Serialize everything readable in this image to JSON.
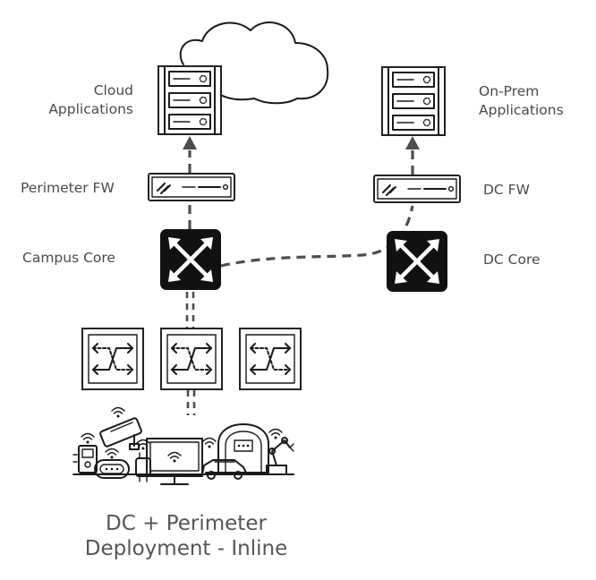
{
  "nodes": {
    "cloud_apps": {
      "label_line1": "Cloud",
      "label_line2": "Applications"
    },
    "onprem_apps": {
      "label_line1": "On-Prem",
      "label_line2": "Applications"
    },
    "perimeter_fw": {
      "label": "Perimeter FW"
    },
    "dc_fw": {
      "label": "DC FW"
    },
    "campus_core": {
      "label": "Campus Core"
    },
    "dc_core": {
      "label": "DC Core"
    }
  },
  "caption": {
    "line1": "DC + Perimeter",
    "line2": "Deployment - Inline"
  },
  "colors": {
    "ink": "#1a1a1a",
    "switch_fill": "#111111",
    "link": "#4d4d4d",
    "label": "#4a4a4a"
  },
  "icons": {
    "cloud": "cloud-icon",
    "server_rack": "server-rack-icon",
    "firewall": "firewall-appliance-icon",
    "core_switch": "core-switch-icon",
    "access_switch": "access-switch-icon",
    "iot_devices": "iot-devices-icon"
  }
}
